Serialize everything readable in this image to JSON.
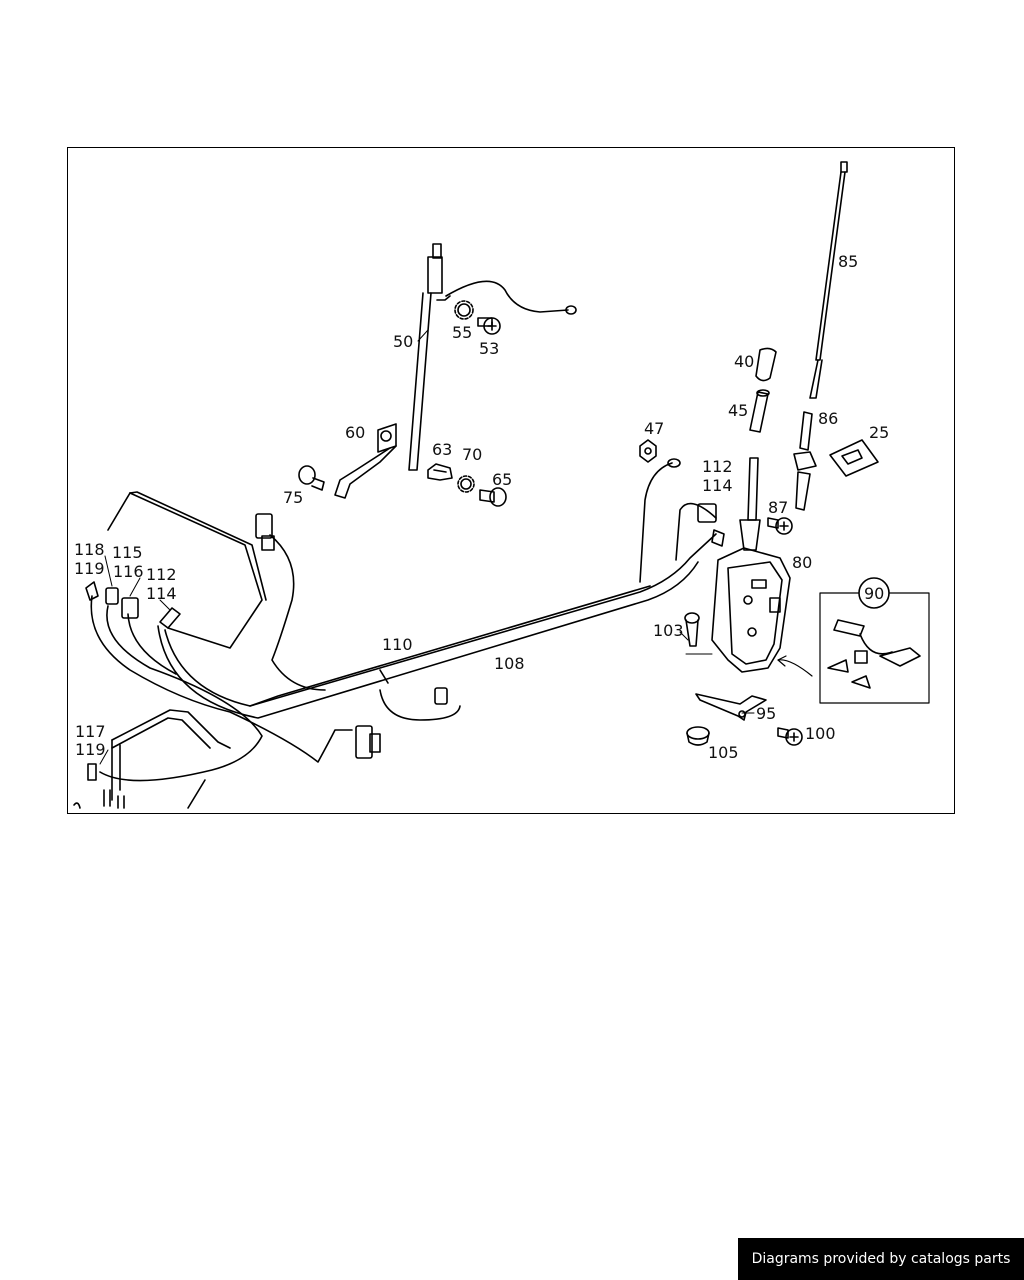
{
  "part_labels": [
    "50",
    "53",
    "55",
    "60",
    "63",
    "70",
    "65",
    "75",
    "47",
    "112",
    "114",
    "85",
    "40",
    "45",
    "86",
    "25",
    "87",
    "80",
    "90",
    "103",
    "95",
    "100",
    "105",
    "118",
    "119",
    "115",
    "116",
    "112",
    "114",
    "117",
    "119",
    "110",
    "108"
  ],
  "footer": {
    "text": "Diagrams provided by catalogs parts"
  }
}
